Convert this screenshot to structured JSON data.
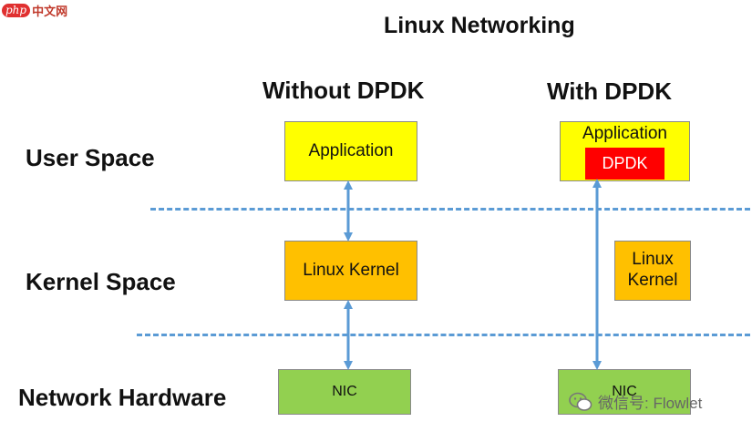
{
  "logo": {
    "php": "php",
    "cn": "中文网"
  },
  "title": "Linux Networking",
  "columns": {
    "without": "Without DPDK",
    "with": "With DPDK"
  },
  "rows": {
    "user": "User Space",
    "kernel": "Kernel Space",
    "hardware": "Network Hardware"
  },
  "without_dpdk": {
    "application": "Application",
    "kernel": "Linux Kernel",
    "nic": "NIC"
  },
  "with_dpdk": {
    "application": "Application",
    "dpdk": "DPDK",
    "kernel_line1": "Linux",
    "kernel_line2": "Kernel",
    "nic": "NIC"
  },
  "watermark": "微信号: Flowlet",
  "colors": {
    "yellow": "#ffff00",
    "orange": "#ffc000",
    "green": "#92d050",
    "red": "#ff0000",
    "blue": "#5b9bd5"
  }
}
